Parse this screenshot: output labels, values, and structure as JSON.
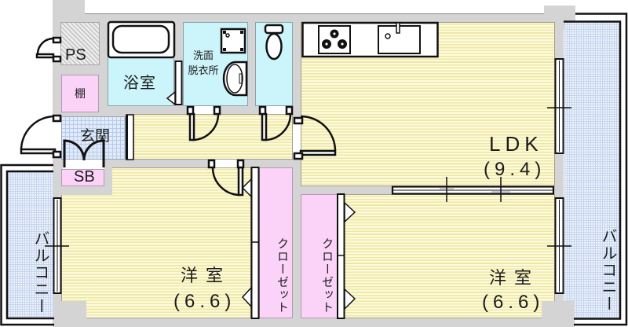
{
  "rooms": {
    "pipe_space": {
      "label": "PS"
    },
    "shelf": {
      "label": "棚"
    },
    "bathroom": {
      "label": "浴室"
    },
    "washroom": {
      "label_lines": [
        "洗面",
        "脱衣所"
      ]
    },
    "entrance": {
      "label": "玄関"
    },
    "shoe_box": {
      "label": "SB"
    },
    "ldk": {
      "name": "LDK",
      "size": "(9.4)"
    },
    "western_room_left": {
      "name": "洋室",
      "size": "(6.6)"
    },
    "western_room_right": {
      "name": "洋室",
      "size": "(6.6)"
    },
    "closet_left": {
      "label": "クローゼット"
    },
    "closet_right": {
      "label": "クローゼット"
    },
    "balcony_left": {
      "label": "バルコニー"
    },
    "balcony_right": {
      "label": "バルコニー"
    }
  },
  "fixtures": {
    "bathroom": [
      "bathtub-icon",
      "folding-door-icon"
    ],
    "washroom": [
      "washing-machine-pan-icon",
      "wash-basin-icon"
    ],
    "toilet": [
      "toilet-icon"
    ],
    "kitchen": [
      "kitchen-counter-icon",
      "stove-icon",
      "kitchen-sink-icon"
    ]
  },
  "colors": {
    "wall": "#d4d4d4",
    "floor": "#fdfbdc",
    "floor_stripe": "#eee7a6",
    "wet_area": "#ccf4fb",
    "storage": "#fbd2f8",
    "balcony": "#eef3fb",
    "entrance": "#e2ebf9",
    "outline": "#111111"
  }
}
